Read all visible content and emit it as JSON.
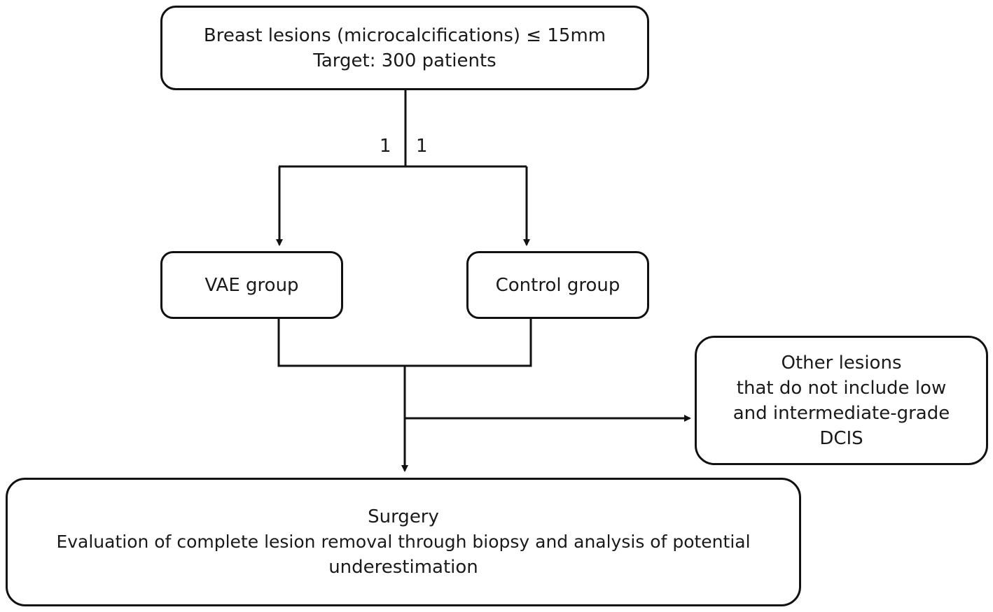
{
  "top_box": {
    "line1": "Breast lesions (microcalcifications)  ≤ 15mm",
    "line2": "Target: 300 patients"
  },
  "randomization": {
    "left_ratio": "1",
    "right_ratio": "1"
  },
  "vae_box": {
    "label": "VAE group"
  },
  "control_box": {
    "label": "Control group"
  },
  "other_box": {
    "line1": "Other lesions",
    "line2": "that do not include low",
    "line3": "and intermediate-grade",
    "line4": "DCIS"
  },
  "surgery_box": {
    "line1": "Surgery",
    "line2": "Evaluation of complete lesion removal through biopsy and analysis of potential",
    "line3": "underestimation"
  }
}
